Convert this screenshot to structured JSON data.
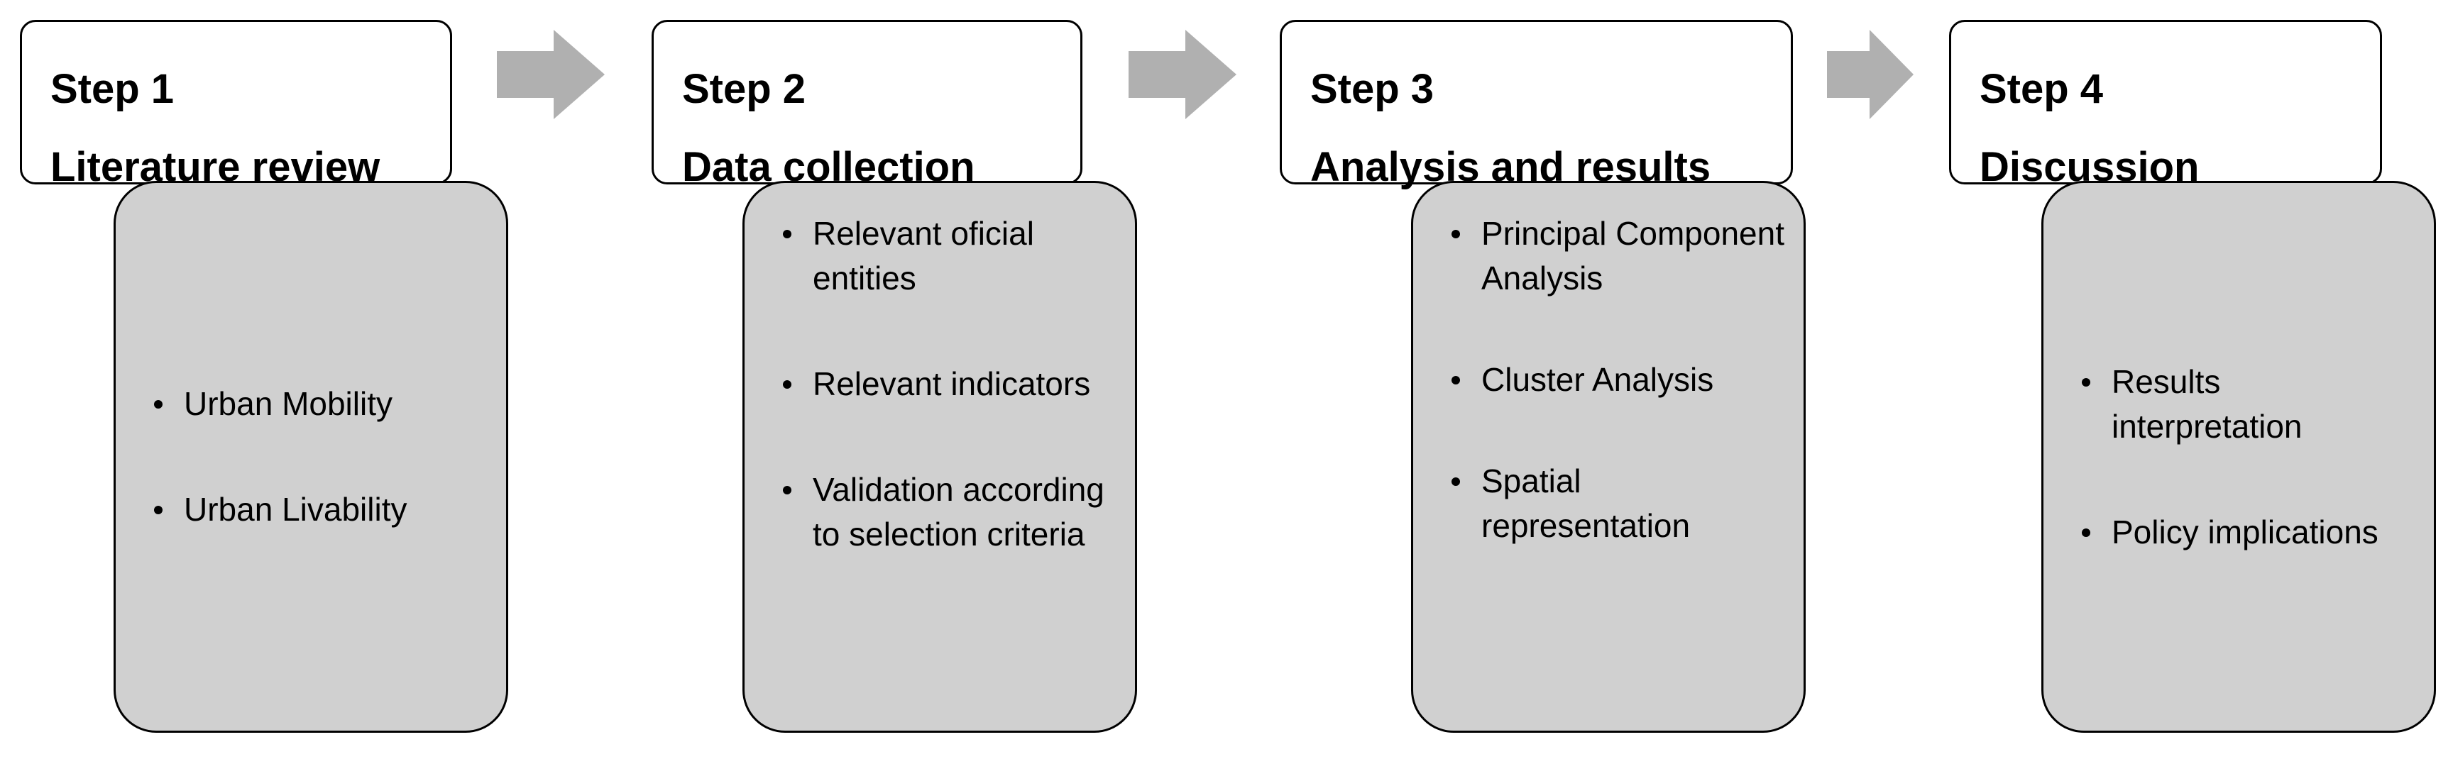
{
  "colors": {
    "header_fill": "#ffffff",
    "body_fill": "#d0d0d0",
    "arrow_fill": "#b0b0b0",
    "outline": "#000000"
  },
  "steps": [
    {
      "label": "Step 1",
      "title": "Literature review",
      "bullets": [
        "Urban Mobility",
        "Urban Livability"
      ]
    },
    {
      "label": "Step 2",
      "title": "Data collection",
      "bullets": [
        "Relevant oficial entities",
        "Relevant indicators",
        "Validation according to selection criteria"
      ]
    },
    {
      "label": "Step 3",
      "title": "Analysis and results",
      "bullets": [
        "Principal Component Analysis",
        "Cluster Analysis",
        "Spatial representation"
      ]
    },
    {
      "label": "Step 4",
      "title": "Discussion",
      "bullets": [
        "Results interpretation",
        "Policy implications"
      ]
    }
  ],
  "arrows": [
    {
      "icon": "right-arrow-icon"
    },
    {
      "icon": "right-arrow-icon"
    },
    {
      "icon": "right-arrow-icon"
    }
  ]
}
